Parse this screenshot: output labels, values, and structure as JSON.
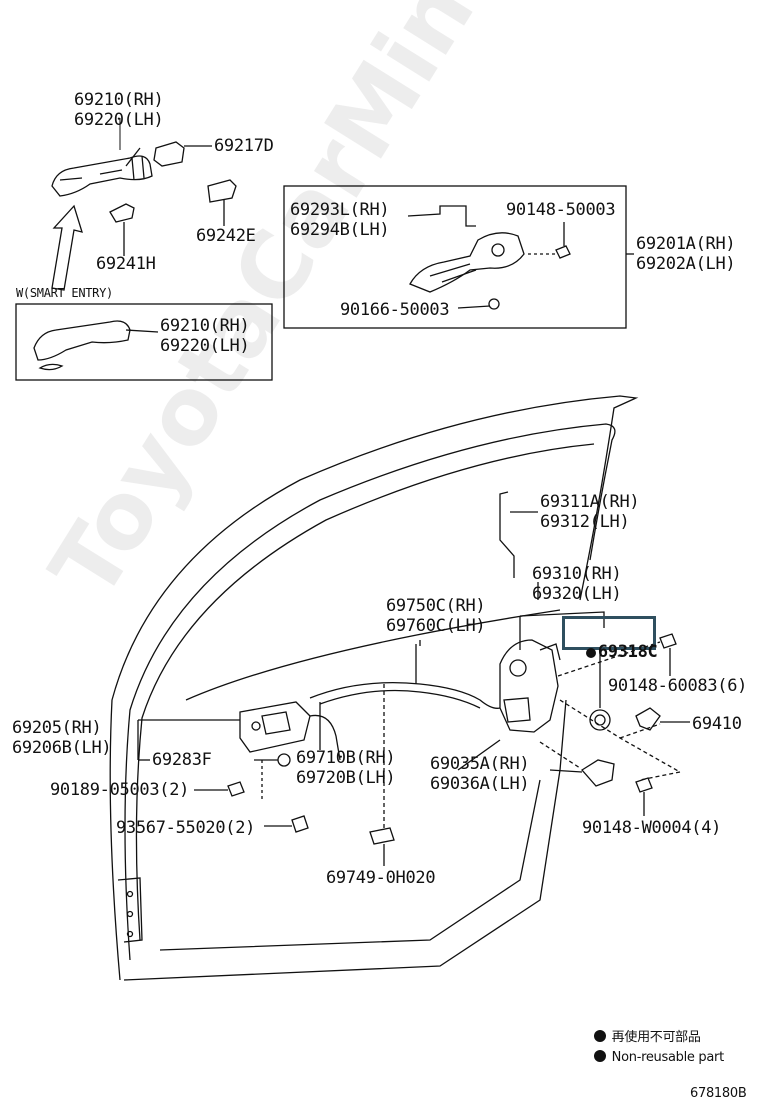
{
  "labels": {
    "handle_rh": "69210(RH)",
    "handle_lh": "69220(LH)",
    "cover": "69217D",
    "pad_241h": "69241H",
    "pad_242e": "69242E",
    "smart_title": "W(SMART ENTRY)",
    "smart_handle_rh": "69210(RH)",
    "smart_handle_lh": "69220(LH)",
    "frame_rh": "69293L(RH)",
    "frame_lh": "69294B(LH)",
    "screw_50003": "90148-50003",
    "screw_90166": "90166-50003",
    "frame_assy_rh": "69201A(RH)",
    "frame_assy_lh": "69202A(LH)",
    "rod_rh": "69311A(RH)",
    "rod_lh": "69312(LH)",
    "lock_rh": "69310(RH)",
    "lock_lh": "69320(LH)",
    "cable_rh": "69750C(RH)",
    "cable_lh": "69760C(LH)",
    "seal": "69318C",
    "screw_60083": "90148-60083(6)",
    "striker": "69410",
    "inner_handle_rh": "69205(RH)",
    "inner_handle_lh": "69206B(LH)",
    "cap": "69283F",
    "inner_cable_rh": "69710B(RH)",
    "inner_cable_lh": "69720B(LH)",
    "screw_05003": "90189-05003(2)",
    "screw_55020": "93567-55020(2)",
    "connector_rh": "69035A(RH)",
    "connector_lh": "69036A(LH)",
    "screw_w0004": "90148-W0004(4)",
    "clamp": "69749-0H020",
    "legend_jp": "再使用不可部品",
    "legend_en": "Non-reusable part",
    "ref": "678180B",
    "watermark": "ToyotaCarMine.ru"
  },
  "colors": {
    "highlight": "#2f4f5f",
    "line": "#111111"
  }
}
